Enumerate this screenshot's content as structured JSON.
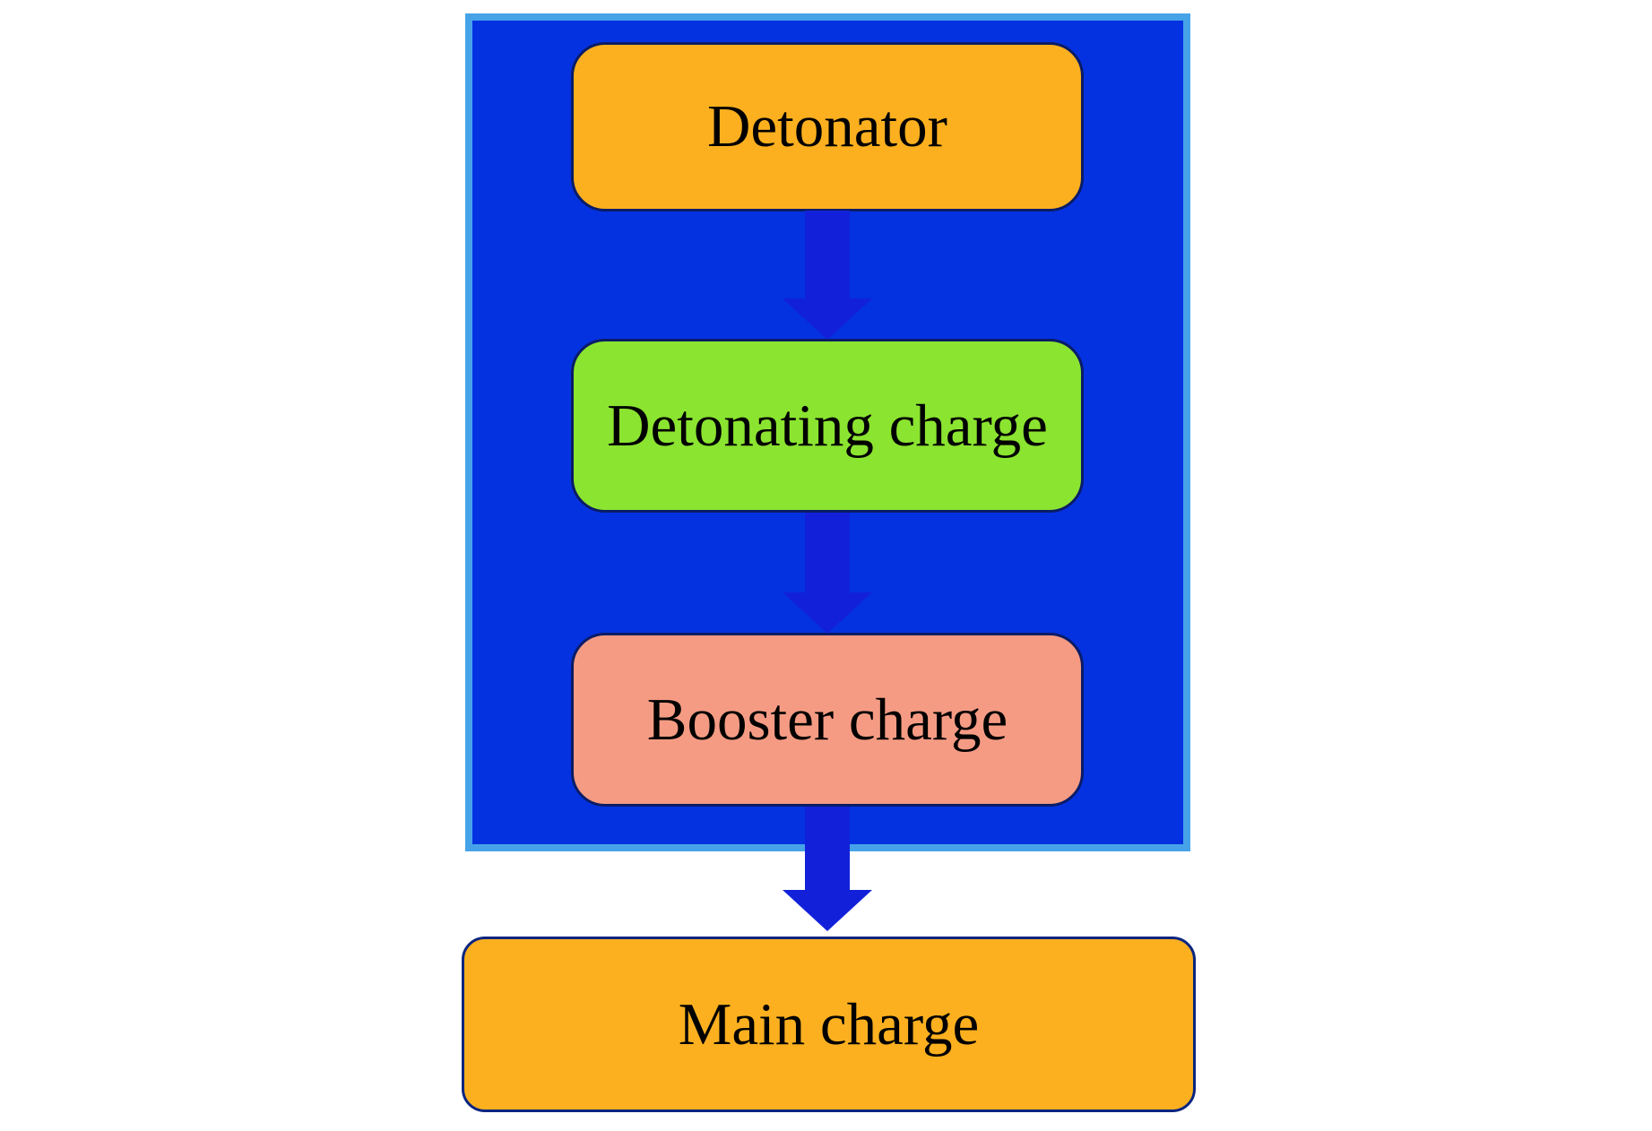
{
  "figure": {
    "diagram_type": "flowchart",
    "orientation": "vertical",
    "nodes": [
      {
        "id": "detonator",
        "label": "Detonator",
        "fill": "#fcb01f",
        "inside_group": true
      },
      {
        "id": "detonating-charge",
        "label": "Detonating charge",
        "fill": "#8be430",
        "inside_group": true
      },
      {
        "id": "booster-charge",
        "label": "Booster charge",
        "fill": "#f59b84",
        "inside_group": true
      },
      {
        "id": "main-charge",
        "label": "Main charge",
        "fill": "#fcb01f",
        "inside_group": false
      }
    ],
    "edges": [
      {
        "from": "detonator",
        "to": "detonating-charge",
        "style": "block-arrow-down"
      },
      {
        "from": "detonating-charge",
        "to": "booster-charge",
        "style": "block-arrow-down"
      },
      {
        "from": "booster-charge",
        "to": "main-charge",
        "style": "block-arrow-down"
      }
    ],
    "colors": {
      "group_fill": "#0432e0",
      "group_border": "#47a3e8",
      "arrow": "#1221d9",
      "node_border": "#0a1c66",
      "text": "#000000",
      "page_background": "#ffffff"
    }
  }
}
